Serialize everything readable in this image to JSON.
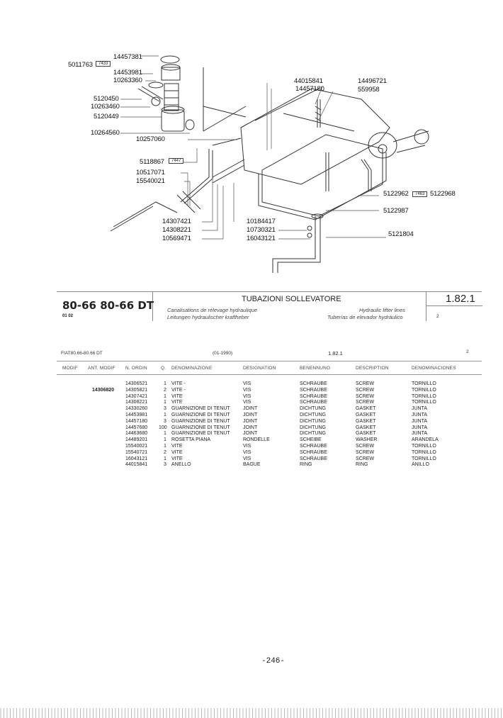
{
  "diagram": {
    "labels": {
      "l14457381": "14457381",
      "l5011763": "5011763",
      "box7433": "7433",
      "l14453981": "14453981",
      "l10263360": "10263360",
      "l5120450": "5120450",
      "l10263460": "10263460",
      "l5120449": "5120449",
      "l10264560": "10264560",
      "l10257060": "10257060",
      "l44015841": "44015841",
      "l14457180": "14457180",
      "l14496721": "14496721",
      "l559958": "559958",
      "l5118867": "5118867",
      "box7447": "7447",
      "l10517071": "10517071",
      "l15540021": "15540021",
      "l14307421": "14307421",
      "l14308221": "14308221",
      "l10569471": "10569471",
      "l10184417": "10184417",
      "l10730321": "10730321",
      "l16043121": "16043121",
      "l5122962": "5122962",
      "box7463": "7463",
      "l5122968": "5122968",
      "l5122987": "5122987",
      "l5121804": "5121804"
    }
  },
  "header": {
    "model": "80-66 80-66 DT",
    "model_code": "01 02",
    "title": "TUBAZIONI SOLLEVATORE",
    "fr": "Canalisations de rélevage hydraulique",
    "de": "Leitungen hydraulischer kraftheber",
    "en": "Hydraulic lifter lines",
    "es": "Tuberías de elevador hydráulico",
    "section": "1.82.1",
    "sheet": "2"
  },
  "list": {
    "model_ref": "FIAT80.66-80.66 DT",
    "date": "(01-1990)",
    "section": "1.82.1",
    "sheet": "2",
    "columns": [
      "MODIF",
      "ANT. MODIF",
      "N. ORDIN",
      "Q.",
      "DENOMINAZIONE",
      "DESIGNATION",
      "BENENNUNG",
      "DESCRIPTION",
      "DENOMINACIONES"
    ],
    "rows": [
      [
        "",
        "",
        "14306521",
        "1",
        "VITE -",
        "VIS",
        "SCHRAUBE",
        "SCREW",
        "TORNILLO"
      ],
      [
        "",
        "14306820",
        "14305821",
        "2",
        "VITE -",
        "VIS",
        "SCHRAUBE",
        "SCREW",
        "TORNILLO"
      ],
      [
        "",
        "",
        "14307421",
        "1",
        "VITE",
        "VIS",
        "SCHRAUBE",
        "SCREW",
        "TORNILLO"
      ],
      [
        "",
        "",
        "14308221",
        "1",
        "VITE",
        "VIS",
        "SCHRAUBE",
        "SCREW",
        "TORNILLO"
      ],
      [
        "",
        "",
        "14330260",
        "3",
        "GUARNIZIONE DI TENUT",
        "JOINT",
        "DICHTUNG",
        "GASKET",
        "JUNTA"
      ],
      [
        "",
        "",
        "14453981",
        "1",
        "GUARNIZIONE DI TENUT",
        "JOINT",
        "DICHTUNG",
        "GASKET",
        "JUNTA"
      ],
      [
        "",
        "",
        "14457180",
        "3",
        "GUARNIZIONE DI TENUT",
        "JOINT",
        "DICHTUNG",
        "GASKET",
        "JUNTA"
      ],
      [
        "",
        "",
        "14457680",
        "100",
        "GUARNIZIONE DI TENUT",
        "JOINT",
        "DICHTUNG",
        "GASKET",
        "JUNTA"
      ],
      [
        "",
        "",
        "14463680",
        "1",
        "GUARNIZIONE DI TENUT",
        "JOINT",
        "DICHTUNG",
        "GASKET",
        "JUNTA"
      ],
      [
        "",
        "",
        "14489201",
        "1",
        "ROSETTA PIANA",
        "RONDELLE",
        "SCHEIBE",
        "WASHER",
        "ARANDELA"
      ],
      [
        "",
        "",
        "15540021",
        "1",
        "VITE",
        "VIS",
        "SCHRAUBE",
        "SCREW",
        "TORNILLO"
      ],
      [
        "",
        "",
        "15540721",
        "2",
        "VITE",
        "VIS",
        "SCHRAUBE",
        "SCREW",
        "TORNILLO"
      ],
      [
        "",
        "",
        "16043121",
        "1",
        "VITE",
        "VIS",
        "SCHRAUBE",
        "SCREW",
        "TORNILLO"
      ],
      [
        "",
        "",
        "44015841",
        "3",
        "ANELLO",
        "BAGUE",
        "RING",
        "RING",
        "ANILLO"
      ]
    ]
  },
  "footer": {
    "page": "-246-"
  }
}
